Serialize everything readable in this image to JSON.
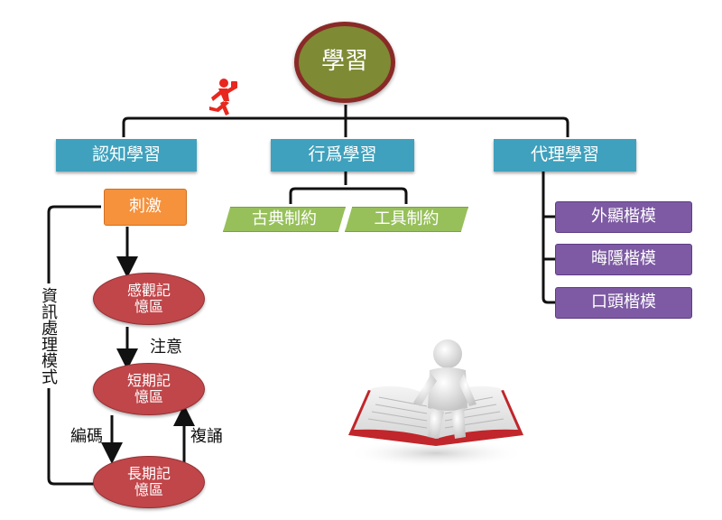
{
  "diagram": {
    "root": "學習",
    "branches": {
      "cognitive": "認知學習",
      "behavioral": "行爲學習",
      "vicarious": "代理學習"
    },
    "behavioral_children": [
      "古典制約",
      "工具制約"
    ],
    "vicarious_children": [
      "外顯楷模",
      "晦隱楷模",
      "口頭楷模"
    ],
    "cognitive_flow": {
      "stimulus": "刺激",
      "sensory_memory": "感觀記憶區",
      "short_term_memory": "短期記憶區",
      "long_term_memory": "長期記憶區",
      "edge_attention": "注意",
      "edge_encoding": "編碼",
      "edge_rehearsal": "複誦",
      "side_label": "資訊處理模式"
    }
  },
  "colors": {
    "root_fill": "#7f8a34",
    "root_border": "#8a2a27",
    "branch_blue": "#3fa1bd",
    "stimulus_orange": "#f6913c",
    "conditioning_green": "#97c05a",
    "modeling_purple": "#7d5aa3",
    "memory_red": "#c0464a"
  },
  "icons": [
    "running-figure-icon",
    "person-reading-book-icon"
  ]
}
